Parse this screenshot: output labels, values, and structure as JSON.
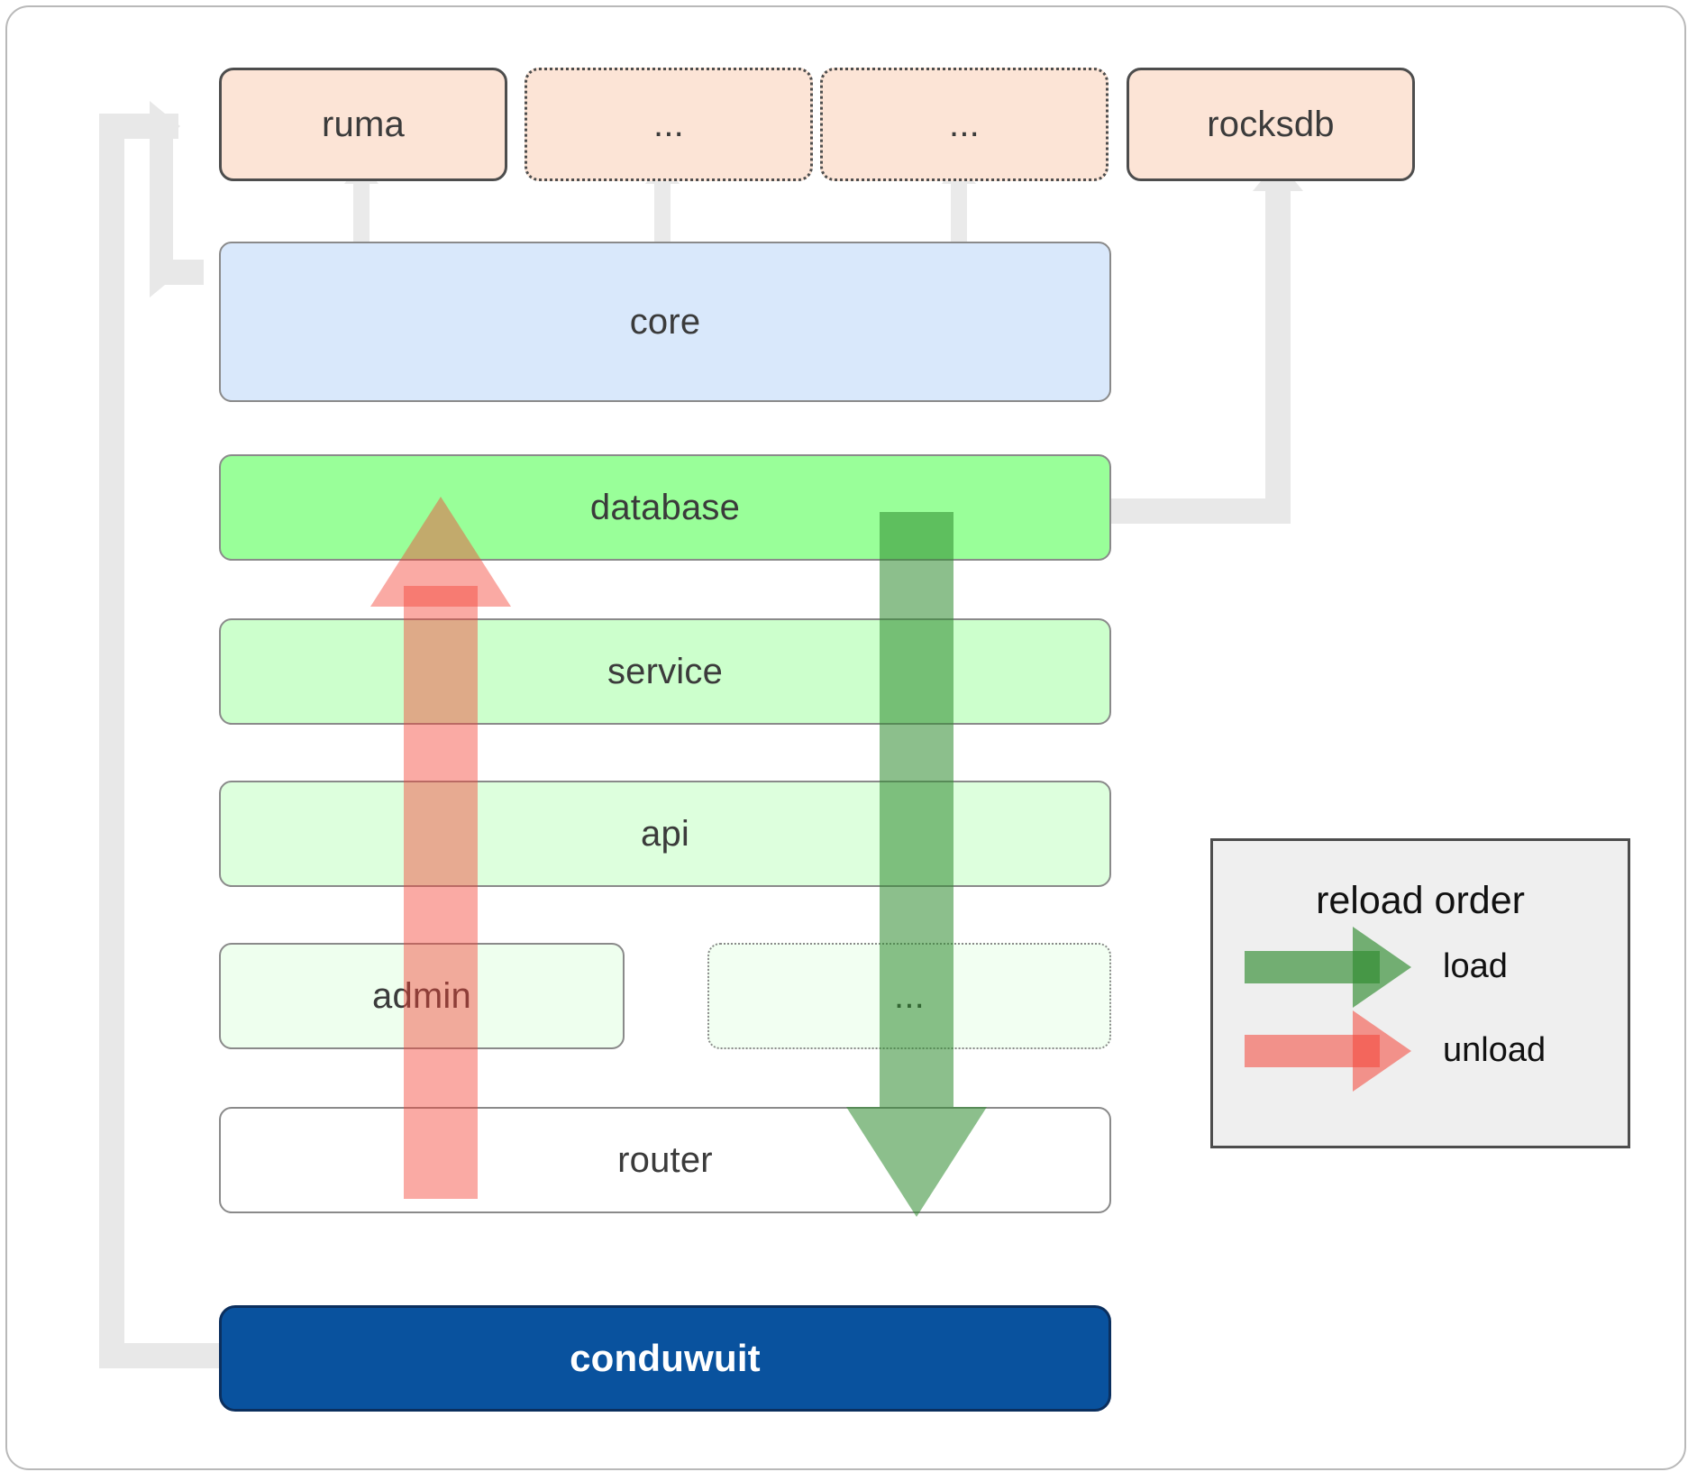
{
  "diagram": {
    "title": "conduwuit module / reload order architecture",
    "dependencies": [
      {
        "label": "ruma",
        "style": "solid"
      },
      {
        "label": "...",
        "style": "dotted"
      },
      {
        "label": "...",
        "style": "dotted"
      },
      {
        "label": "rocksdb",
        "style": "solid"
      }
    ],
    "core": {
      "label": "core",
      "color": "#d9e8fb"
    },
    "layers": [
      {
        "label": "database",
        "color": "#99ff99",
        "style": "solid"
      },
      {
        "label": "service",
        "color": "#ccffcc",
        "style": "solid"
      },
      {
        "label": "api",
        "color": "#ddffdd",
        "style": "solid"
      }
    ],
    "admin_row": [
      {
        "label": "admin",
        "color": "#eeffee",
        "style": "solid"
      },
      {
        "label": "...",
        "color": "#f2fff2",
        "style": "dotted"
      }
    ],
    "router": {
      "label": "router",
      "color": "#ffffff",
      "style": "solid"
    },
    "app": {
      "label": "conduwuit",
      "color": "#09529e"
    }
  },
  "legend": {
    "title": "reload order",
    "entries": [
      {
        "label": "load",
        "color": "#3f9a45"
      },
      {
        "label": "unload",
        "color": "#f4717a"
      }
    ]
  },
  "colors": {
    "dependency_fill": "#fce4d6",
    "core_fill": "#d9e8fb",
    "app_fill": "#09529e",
    "connector": "#e8e8e8",
    "load_arrow": "#2e8b2e",
    "unload_arrow": "#f44336",
    "legend_bg": "#efefef"
  }
}
